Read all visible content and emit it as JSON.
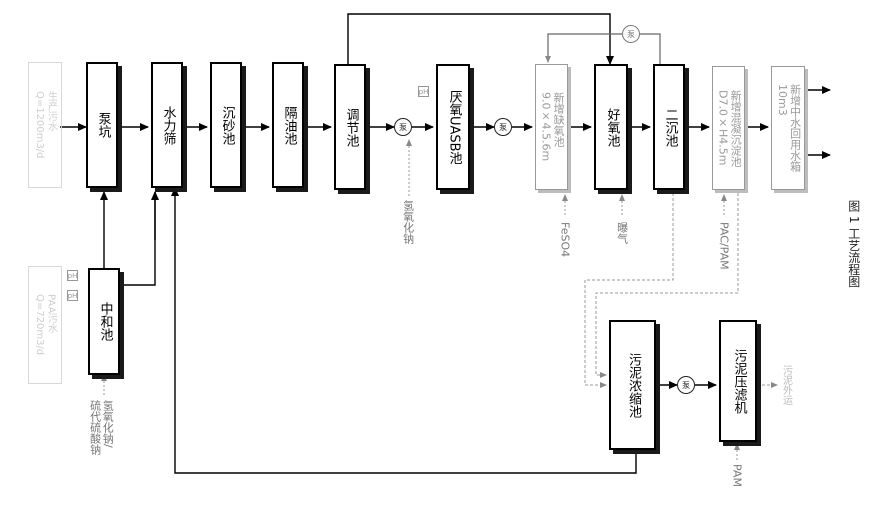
{
  "figure": {
    "caption": "图 1  工艺流程图"
  },
  "inputs": {
    "production_wastewater": "生产污水\nQ=1200m3/d",
    "paa_wastewater": "PAA污水\nQ=720m3/d",
    "neutralization_chemicals": "氢氧化钠/\n硫代硫酸钠",
    "naoh": "氢氧化钠",
    "feso4": "FeSO4",
    "aeration": "曝气",
    "pac_pam": "PAC/PAM",
    "pam": "PAM"
  },
  "units": {
    "pump_pit": "泵坑",
    "hydraulic_screen": "水力筛",
    "grit_chamber": "沉砂池",
    "oil_separator": "隔油池",
    "equalization_tank": "调节池",
    "neutralization_tank": "中和池",
    "uasb": "厌氧UASB池",
    "new_anoxic": "新增缺氧池\n9.0×4.5.6m",
    "aerobic": "好氧池",
    "secondary_clarifier": "二沉池",
    "new_coag_settling": "新增混凝沉淀池\nD7.0×H4.5m",
    "new_reuse_tank": "新增中水回用水箱\n10m3",
    "sludge_thickener": "污泥浓缩池",
    "sludge_filter_press": "污泥压滤机"
  },
  "outputs": {
    "sludge_out": "污泥外运"
  },
  "symbols": {
    "pump": "泵",
    "meter": "pH"
  }
}
